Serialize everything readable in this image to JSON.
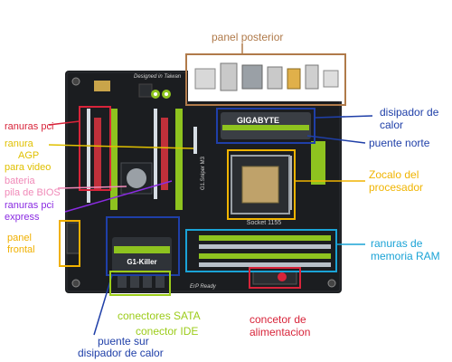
{
  "board": {
    "slogan": "Designed in Taiwan",
    "brand": "GIGABYTE",
    "model": "G1.Sniper M3",
    "socket": "Socket 1155",
    "series_logo": "G1-Killer",
    "erp": "ErP Ready"
  },
  "labels": {
    "rear_panel": "panel posterior",
    "pci_slots": "ranuras pci",
    "agp_slot": [
      "ranura",
      "AGP",
      "para video"
    ],
    "bios_battery": [
      "bateria",
      "pila de BIOS"
    ],
    "pci_express": [
      "ranuras pci",
      "express"
    ],
    "front_panel": [
      "panel",
      "frontal"
    ],
    "heatsink_top": [
      "disipador de",
      "calor"
    ],
    "north_bridge": "puente norte",
    "cpu_socket": [
      "Zocalo del",
      "procesador"
    ],
    "ram_slots": [
      "ranuras de",
      "memoria RAM"
    ],
    "sata_connectors": "conectores SATA",
    "ide_connector": "conector IDE",
    "south_bridge": [
      "puente sur",
      "disipador de calor"
    ],
    "power_connector": [
      "concetor de",
      "alimentacion"
    ]
  },
  "colors": {
    "rear_panel": "#b07a4a",
    "pci_slots": "#d8243a",
    "agp_slot": "#e0c000",
    "bios_battery": "#f08ab8",
    "pci_express": "#8a2be2",
    "front_panel": "#f0b000",
    "heatsink_top": "#1f3fa8",
    "north_bridge": "#1f3fa8",
    "cpu_socket": "#f0b400",
    "ram_slots": "#1aa3d6",
    "sata_connectors": "#9ccc1a",
    "ide_connector": "#9ccc1a",
    "south_bridge": "#1f3fa8",
    "power_connector": "#d8243a",
    "board": "#1b1d20",
    "accent_green": "#8ec31f"
  }
}
